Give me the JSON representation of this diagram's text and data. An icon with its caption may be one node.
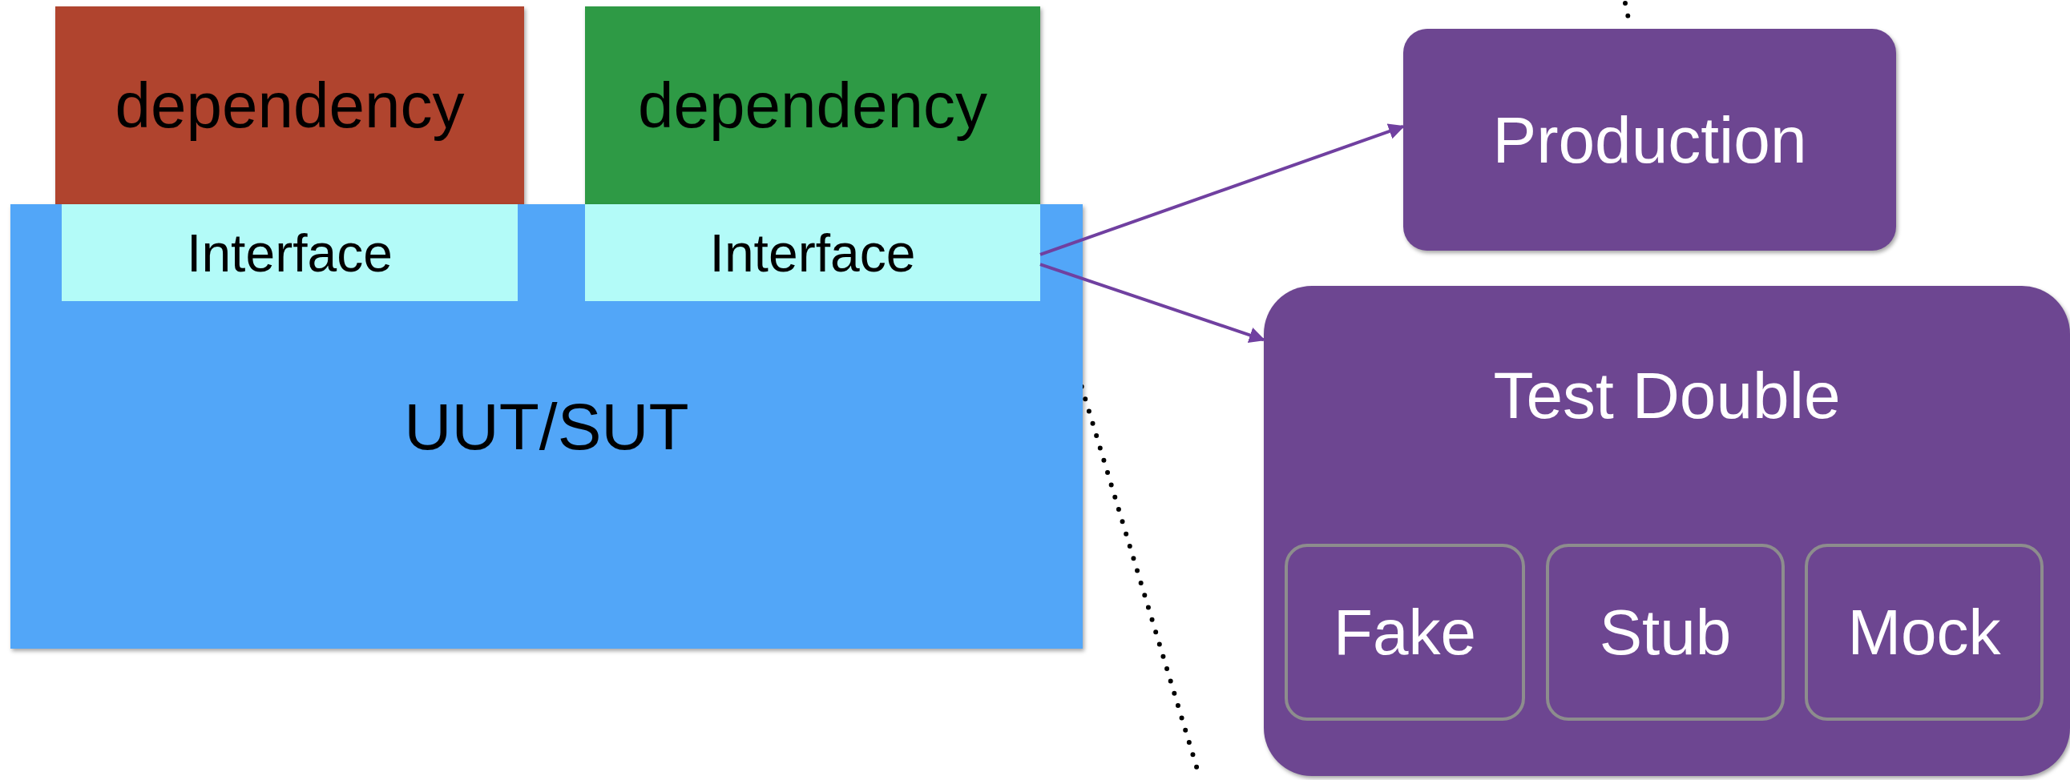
{
  "diagram": {
    "nodes": [
      {
        "text": [
          "dependency"
        ]
      },
      {
        "text": [
          "dependency"
        ]
      },
      {
        "text": [
          "UUT/SUT"
        ]
      },
      {
        "text": [
          "Interface"
        ],
        "in": 2
      },
      {
        "text": [
          "Interface"
        ],
        "in": 2
      },
      {
        "text": [
          "Production"
        ]
      },
      {
        "text": [
          "Test Double"
        ]
      },
      {
        "text": [
          "Fake"
        ],
        "in": 6
      },
      {
        "text": [
          "Stub"
        ],
        "in": 6
      },
      {
        "text": [
          "Mock"
        ],
        "in": 6
      }
    ],
    "edges": [
      {
        "from": 4,
        "to": 5,
        "arrow": "to"
      },
      {
        "from": 4,
        "to": 6,
        "arrow": "to"
      }
    ]
  }
}
